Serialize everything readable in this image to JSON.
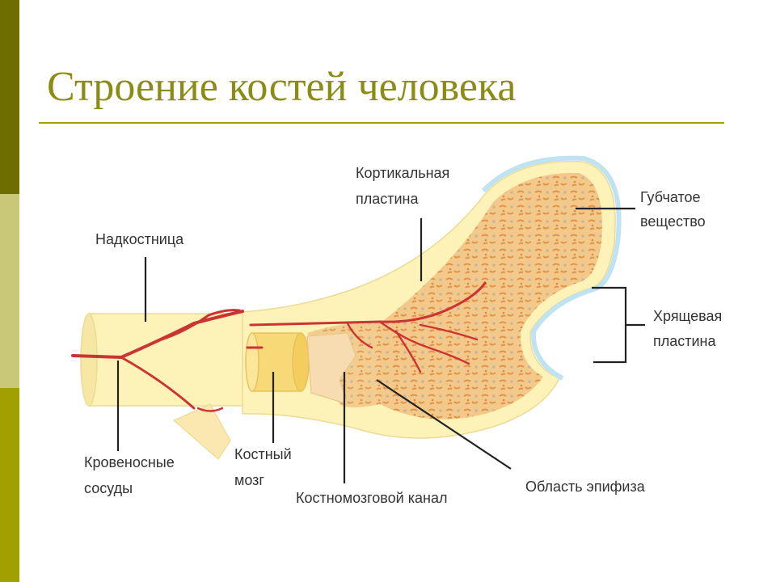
{
  "slide": {
    "title": "Строение костей человека"
  },
  "diagram": {
    "labels": {
      "cortical_plate": [
        "Кортикальная",
        "пластина"
      ],
      "periosteum": "Надкостница",
      "spongy_substance": [
        "Губчатое",
        "вещество"
      ],
      "cartilage_plate": [
        "Хрящевая",
        "пластина"
      ],
      "blood_vessels": [
        "Кровеносные",
        "сосуды"
      ],
      "bone_marrow": [
        "Костный",
        "мозг"
      ],
      "medullary_canal": "Костномозговой канал",
      "epiphysis_area": "Область эпифиза"
    }
  },
  "colors": {
    "band_dark": "#6e6e00",
    "band_light": "#c8c878",
    "band_olive": "#a0a000",
    "title": "#8c8c14",
    "bone_shaft": "#fdf3b8",
    "spongy": "#f2c98a",
    "vessel": "#cc3333",
    "cartilage": "#bfe3f0"
  }
}
